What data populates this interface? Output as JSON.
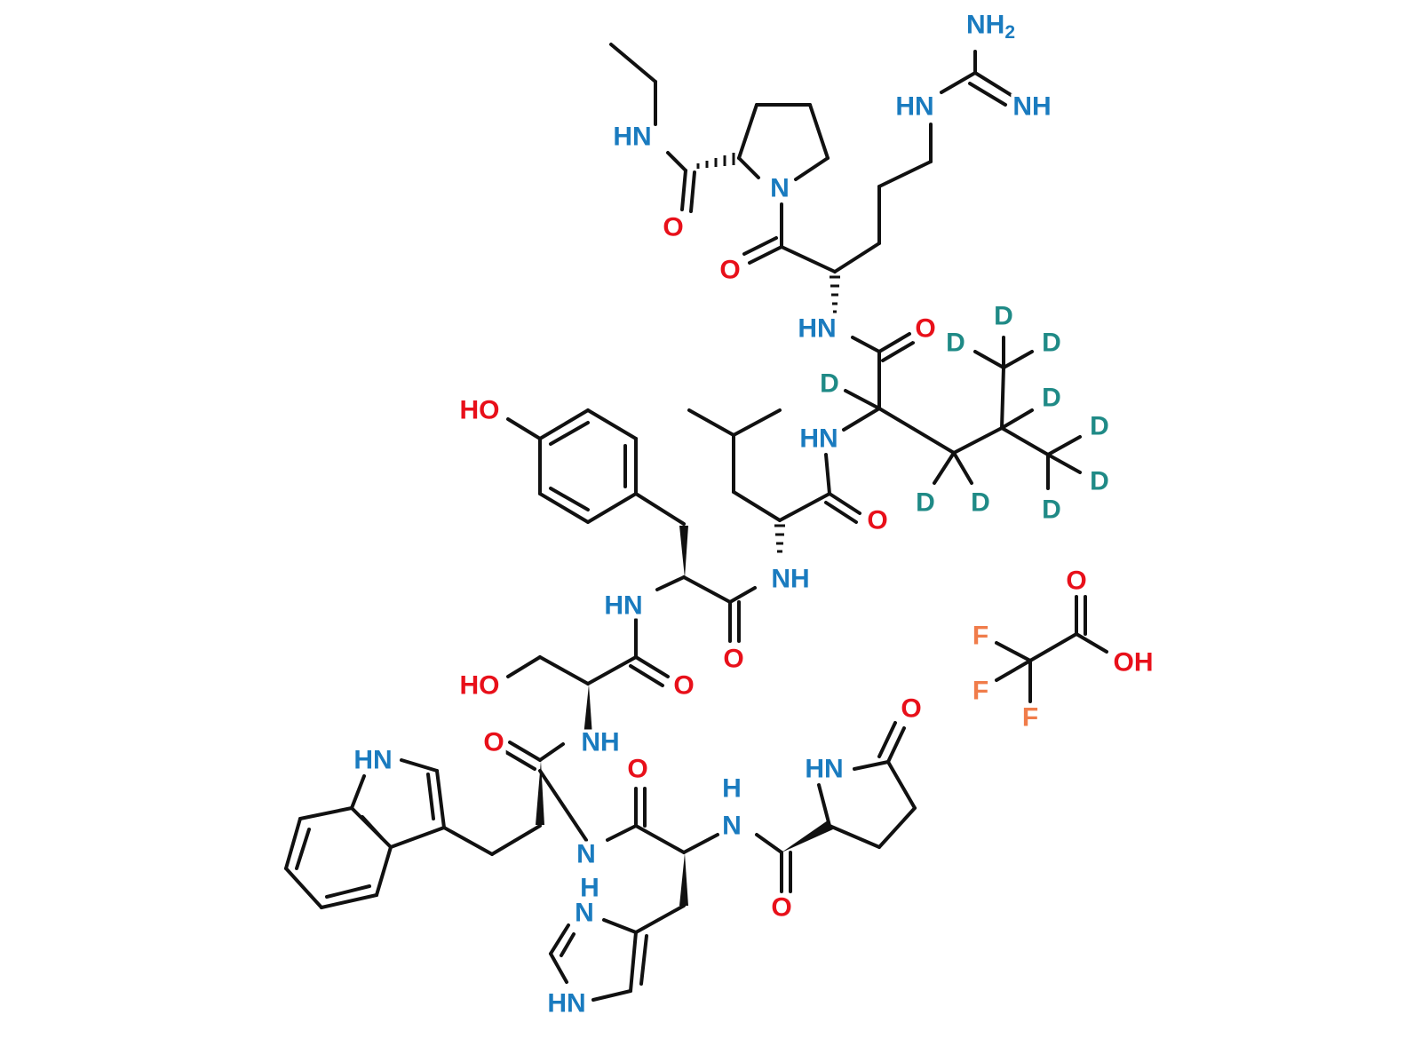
{
  "colors": {
    "bond": "#111111",
    "N": "#1a7bbf",
    "O": "#e8101a",
    "D": "#1f8a86",
    "F": "#f07c4a"
  },
  "atoms": {
    "nh2": "NH2",
    "hn_guan": "HN",
    "nh_imine": "NH",
    "hn_ethyl": "HN",
    "n_pro": "N",
    "o_pro": "O",
    "o_arg": "O",
    "hn_arg": "HN",
    "o_leud": "O",
    "d_alpha": "D",
    "hn_leud": "HN",
    "d_ch3a_top": "D",
    "d_ch3a_left": "D",
    "d_ch3a_right": "D",
    "d_ch": "D",
    "d_ch3b_right": "D",
    "d_ch3b_right2": "D",
    "d_ch3b_bottom": "D",
    "d_ch2_left": "D",
    "d_ch2_right": "D",
    "ho_tyr": "HO",
    "o_dleu": "O",
    "nh_dleu": "NH",
    "hn_tyr": "HN",
    "o_tyr": "O",
    "ho_ser": "HO",
    "o_ser": "O",
    "o_trp": "O",
    "nh_ser": "NH",
    "hn_indole": "HN",
    "n_trp": "N",
    "h_his_amide": "H",
    "n_his": "N",
    "o_his": "O",
    "h_imid": "H",
    "n_imid_top": "N",
    "hn_imid": "HN",
    "hn_pglu": "HN",
    "o_pglu_ring": "O",
    "o_pglu": "O",
    "o_tfa": "O",
    "oh_tfa": "OH",
    "f1": "F",
    "f2": "F",
    "f3": "F"
  }
}
